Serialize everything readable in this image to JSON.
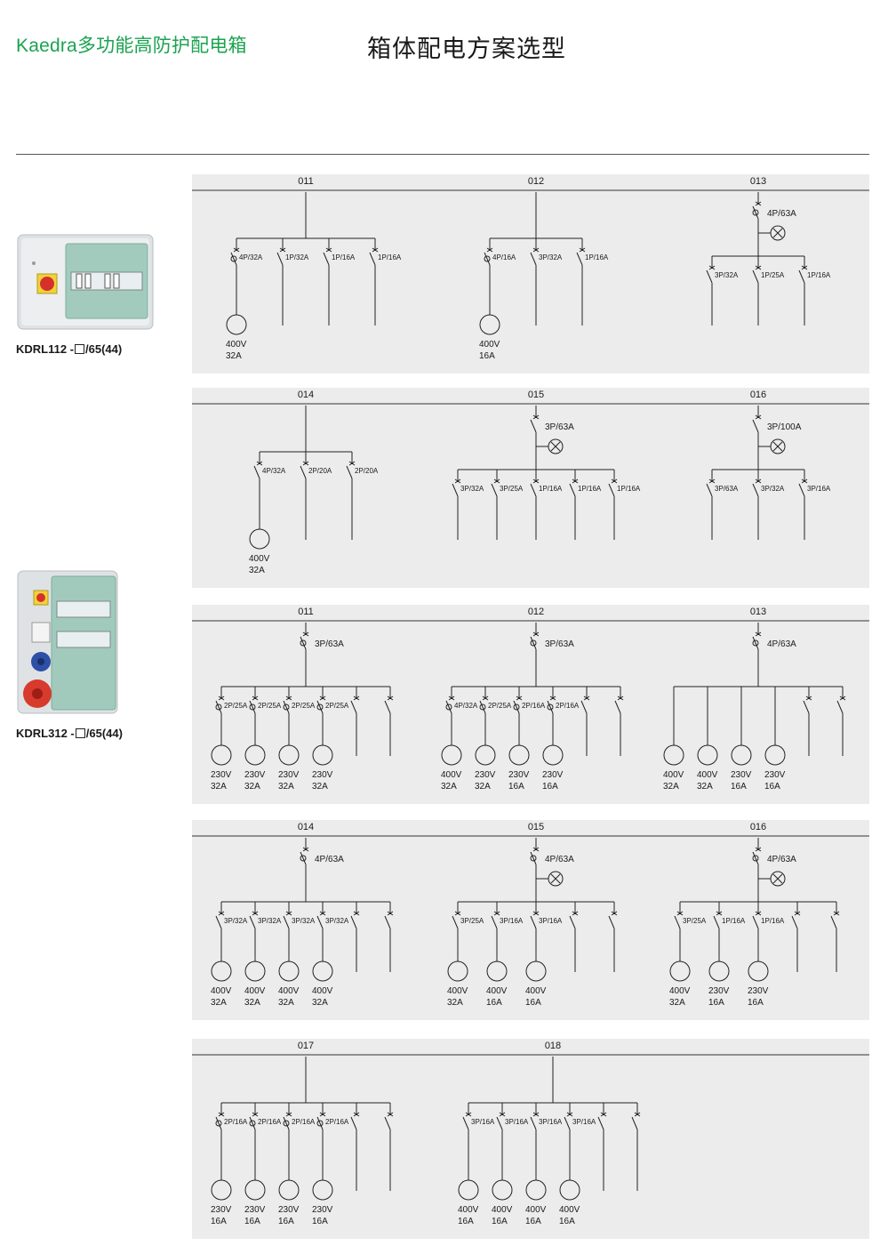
{
  "header": {
    "brand": "Kaedra多功能高防护配电箱",
    "title": "箱体配电方案选型"
  },
  "products": [
    {
      "code_prefix": "KDRL112 -",
      "code_suffix": "/65(44)"
    },
    {
      "code_prefix": "KDRL312 -",
      "code_suffix": "/65(44)"
    }
  ],
  "panels": [
    {
      "schemes": [
        {
          "code": "011",
          "breakers": [
            {
              "label": "4P/32A",
              "sym": "rcd",
              "outlet": [
                "400V",
                "32A"
              ]
            },
            {
              "label": "1P/32A",
              "sym": "cb"
            },
            {
              "label": "1P/16A",
              "sym": "cb"
            },
            {
              "label": "1P/16A",
              "sym": "cb"
            }
          ]
        },
        {
          "code": "012",
          "breakers": [
            {
              "label": "4P/16A",
              "sym": "rcd",
              "outlet": [
                "400V",
                "16A"
              ]
            },
            {
              "label": "3P/32A",
              "sym": "cb"
            },
            {
              "label": "1P/16A",
              "sym": "cb"
            }
          ]
        },
        {
          "code": "013",
          "main": "4P/63A",
          "main_sym": "rcd",
          "lamp": true,
          "breakers": [
            {
              "label": "3P/32A",
              "sym": "cb"
            },
            {
              "label": "1P/25A",
              "sym": "cb"
            },
            {
              "label": "1P/16A",
              "sym": "cb"
            }
          ]
        }
      ]
    },
    {
      "schemes": [
        {
          "code": "014",
          "breakers": [
            {
              "label": "4P/32A",
              "sym": "cb",
              "outlet": [
                "400V",
                "32A"
              ]
            },
            {
              "label": "2P/20A",
              "sym": "cb"
            },
            {
              "label": "2P/20A",
              "sym": "cb"
            }
          ]
        },
        {
          "code": "015",
          "main": "3P/63A",
          "main_sym": "cb",
          "lamp": true,
          "breakers": [
            {
              "label": "3P/32A",
              "sym": "cb"
            },
            {
              "label": "3P/25A",
              "sym": "cb"
            },
            {
              "label": "1P/16A",
              "sym": "cb"
            },
            {
              "label": "1P/16A",
              "sym": "cb"
            },
            {
              "label": "1P/16A",
              "sym": "cb"
            }
          ]
        },
        {
          "code": "016",
          "main": "3P/100A",
          "main_sym": "cb",
          "lamp": true,
          "breakers": [
            {
              "label": "3P/63A",
              "sym": "cb"
            },
            {
              "label": "3P/32A",
              "sym": "cb"
            },
            {
              "label": "3P/16A",
              "sym": "cb"
            }
          ]
        }
      ]
    },
    {
      "schemes": [
        {
          "code": "011",
          "main": "3P/63A",
          "main_sym": "rcd",
          "breakers": [
            {
              "label": "2P/25A",
              "sym": "rcd",
              "outlet": [
                "230V",
                "32A"
              ]
            },
            {
              "label": "2P/25A",
              "sym": "rcd",
              "outlet": [
                "230V",
                "32A"
              ]
            },
            {
              "label": "2P/25A",
              "sym": "rcd",
              "outlet": [
                "230V",
                "32A"
              ]
            },
            {
              "label": "2P/25A",
              "sym": "rcd",
              "outlet": [
                "230V",
                "32A"
              ]
            },
            {
              "label": "",
              "sym": "cb"
            },
            {
              "label": "",
              "sym": "cb"
            }
          ]
        },
        {
          "code": "012",
          "main": "3P/63A",
          "main_sym": "rcd",
          "breakers": [
            {
              "label": "4P/32A",
              "sym": "rcd",
              "outlet": [
                "400V",
                "32A"
              ]
            },
            {
              "label": "2P/25A",
              "sym": "rcd",
              "outlet": [
                "230V",
                "32A"
              ]
            },
            {
              "label": "2P/16A",
              "sym": "rcd",
              "outlet": [
                "230V",
                "16A"
              ]
            },
            {
              "label": "2P/16A",
              "sym": "rcd",
              "outlet": [
                "230V",
                "16A"
              ]
            },
            {
              "label": "",
              "sym": "cb"
            },
            {
              "label": "",
              "sym": "cb"
            }
          ]
        },
        {
          "code": "013",
          "main": "4P/63A",
          "main_sym": "rcd",
          "breakers": [
            {
              "label": "",
              "sym": "none",
              "outlet": [
                "400V",
                "32A"
              ]
            },
            {
              "label": "",
              "sym": "none",
              "outlet": [
                "400V",
                "32A"
              ]
            },
            {
              "label": "",
              "sym": "none",
              "outlet": [
                "230V",
                "16A"
              ]
            },
            {
              "label": "",
              "sym": "none",
              "outlet": [
                "230V",
                "16A"
              ]
            },
            {
              "label": "",
              "sym": "cb"
            },
            {
              "label": "",
              "sym": "cb"
            }
          ]
        }
      ]
    },
    {
      "schemes": [
        {
          "code": "014",
          "main": "4P/63A",
          "main_sym": "rcd",
          "breakers": [
            {
              "label": "3P/32A",
              "sym": "cb",
              "outlet": [
                "400V",
                "32A"
              ]
            },
            {
              "label": "3P/32A",
              "sym": "cb",
              "outlet": [
                "400V",
                "32A"
              ]
            },
            {
              "label": "3P/32A",
              "sym": "cb",
              "outlet": [
                "400V",
                "32A"
              ]
            },
            {
              "label": "3P/32A",
              "sym": "cb",
              "outlet": [
                "400V",
                "32A"
              ]
            },
            {
              "label": "",
              "sym": "cb"
            },
            {
              "label": "",
              "sym": "cb"
            }
          ]
        },
        {
          "code": "015",
          "main": "4P/63A",
          "main_sym": "rcd",
          "lamp": true,
          "breakers": [
            {
              "label": "3P/25A",
              "sym": "cb",
              "outlet": [
                "400V",
                "32A"
              ]
            },
            {
              "label": "3P/16A",
              "sym": "cb",
              "outlet": [
                "400V",
                "16A"
              ]
            },
            {
              "label": "3P/16A",
              "sym": "cb",
              "outlet": [
                "400V",
                "16A"
              ]
            },
            {
              "label": "",
              "sym": "cb"
            },
            {
              "label": "",
              "sym": "cb"
            }
          ]
        },
        {
          "code": "016",
          "main": "4P/63A",
          "main_sym": "rcd",
          "lamp": true,
          "breakers": [
            {
              "label": "3P/25A",
              "sym": "cb",
              "outlet": [
                "400V",
                "32A"
              ]
            },
            {
              "label": "1P/16A",
              "sym": "cb",
              "outlet": [
                "230V",
                "16A"
              ]
            },
            {
              "label": "1P/16A",
              "sym": "cb",
              "outlet": [
                "230V",
                "16A"
              ]
            },
            {
              "label": "",
              "sym": "cb"
            },
            {
              "label": "",
              "sym": "cb"
            }
          ]
        }
      ]
    },
    {
      "schemes": [
        {
          "code": "017",
          "breakers": [
            {
              "label": "2P/16A",
              "sym": "rcd",
              "outlet": [
                "230V",
                "16A"
              ]
            },
            {
              "label": "2P/16A",
              "sym": "rcd",
              "outlet": [
                "230V",
                "16A"
              ]
            },
            {
              "label": "2P/16A",
              "sym": "rcd",
              "outlet": [
                "230V",
                "16A"
              ]
            },
            {
              "label": "2P/16A",
              "sym": "rcd",
              "outlet": [
                "230V",
                "16A"
              ]
            },
            {
              "label": "",
              "sym": "cb"
            },
            {
              "label": "",
              "sym": "cb"
            }
          ]
        },
        {
          "code": "018",
          "breakers": [
            {
              "label": "3P/16A",
              "sym": "cb",
              "outlet": [
                "400V",
                "16A"
              ]
            },
            {
              "label": "3P/16A",
              "sym": "cb",
              "outlet": [
                "400V",
                "16A"
              ]
            },
            {
              "label": "3P/16A",
              "sym": "cb",
              "outlet": [
                "400V",
                "16A"
              ]
            },
            {
              "label": "3P/16A",
              "sym": "cb",
              "outlet": [
                "400V",
                "16A"
              ]
            },
            {
              "label": "",
              "sym": "cb"
            },
            {
              "label": "",
              "sym": "cb"
            }
          ]
        }
      ]
    }
  ]
}
